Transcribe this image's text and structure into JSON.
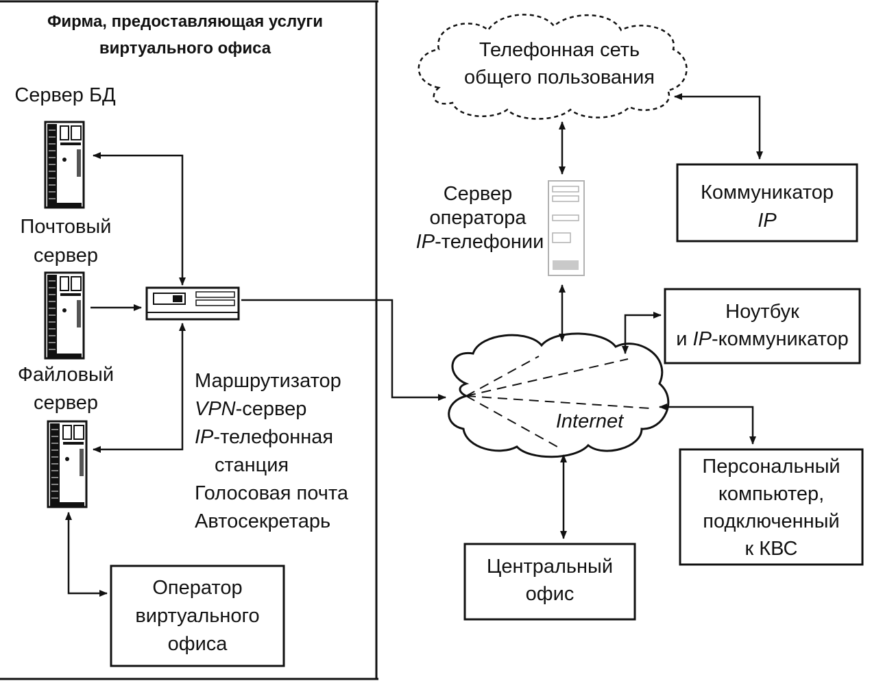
{
  "firm_panel": {
    "title_line1": "Фирма, предоставляющая услуги",
    "title_line2": "виртуального офиса"
  },
  "servers": {
    "db_server": "Сервер БД",
    "mail_server_line1": "Почтовый",
    "mail_server_line2": "сервер",
    "file_server_line1": "Файловый",
    "file_server_line2": "сервер"
  },
  "router_functions": {
    "line1": "Маршрутизатор",
    "line2_italic": "VPN",
    "line2_rest": "-сервер",
    "line3_italic": "IP",
    "line3_rest": "-телефонная",
    "line4": "станция",
    "line5": "Голосовая почта",
    "line6": "Автосекретарь"
  },
  "virtual_office_operator": {
    "line1": "Оператор",
    "line2": "виртуального",
    "line3": "офиса"
  },
  "pstn": {
    "line1": "Телефонная сеть",
    "line2": "общего пользования"
  },
  "ip_telephony_server": {
    "line1": "Сервер",
    "line2": "оператора",
    "line3_italic": "IP",
    "line3_rest": "-телефонии"
  },
  "communicator": {
    "line1": "Коммуникатор",
    "line2_italic": "IP"
  },
  "notebook": {
    "line1": "Ноутбук",
    "line2_prefix": "и ",
    "line2_italic": "IP",
    "line2_rest": "-коммуникатор"
  },
  "internet_label": "Internet",
  "personal_computer": {
    "line1": "Персональный",
    "line2": "компьютер,",
    "line3": "подключенный",
    "line4": "к КВС"
  },
  "central_office": {
    "line1": "Центральный",
    "line2": "офис"
  }
}
